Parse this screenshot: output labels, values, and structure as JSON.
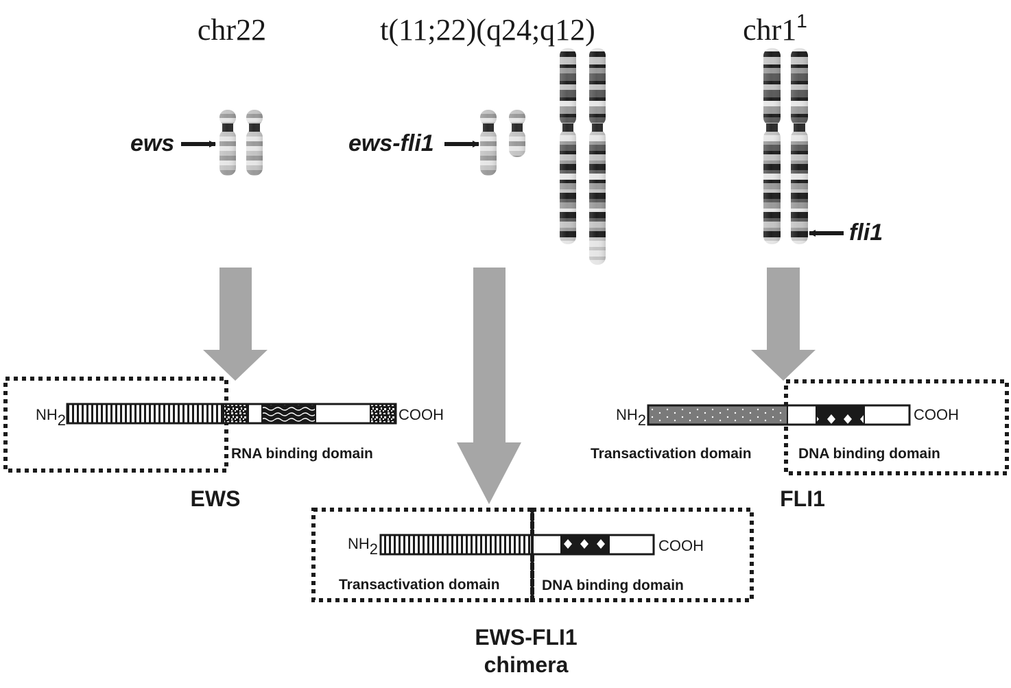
{
  "titles": {
    "chr22": "chr22",
    "translocation": "t(11;22)(q24;q12)",
    "chr11": "chr1",
    "chr11_sup": "1"
  },
  "genes": {
    "ews": "ews",
    "ews_fli1": "ews-fli1",
    "fli1": "fli1"
  },
  "termini": {
    "n": "NH",
    "n_sub": "2",
    "c": "COOH"
  },
  "domains": {
    "rna_binding": "RNA binding domain",
    "transactivation": "Transactivation domain",
    "dna_binding": "DNA binding domain"
  },
  "proteins": {
    "ews": "EWS",
    "fli1": "FLI1",
    "chimera_1": "EWS-FLI1",
    "chimera_2": "chimera"
  },
  "colors": {
    "arrow": "#a6a6a6",
    "dark": "#1a1a1a",
    "fli_ta": "#7a7a7a"
  }
}
